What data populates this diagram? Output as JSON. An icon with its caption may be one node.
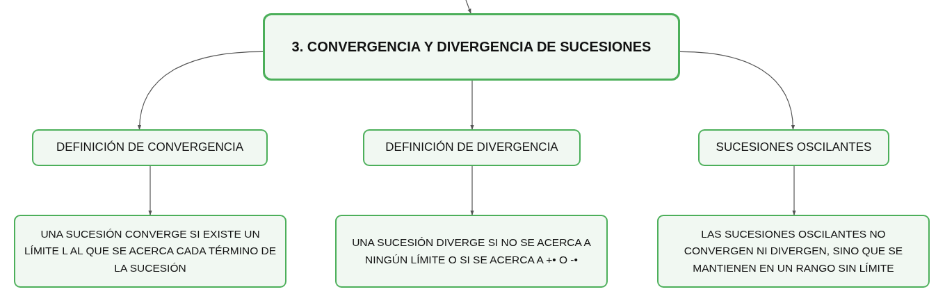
{
  "diagram": {
    "nodes": [
      {
        "text": [
          "3. CONVERGENCIA Y DIVERGENCIA DE SUCESIONES"
        ]
      },
      {
        "text": [
          "DEFINICIÓN DE CONVERGENCIA"
        ]
      },
      {
        "text": [
          "DEFINICIÓN DE DIVERGENCIA"
        ]
      },
      {
        "text": [
          "SUCESIONES OSCILANTES"
        ]
      },
      {
        "text": [
          "UNA SUCESIÓN CONVERGE SI EXISTE UN LÍMITE L AL QUE SE ACERCA CADA TÉRMINO DE LA SUCESIÓN"
        ]
      },
      {
        "text": [
          "UNA SUCESIÓN DIVERGE SI NO SE ACERCA A NINGÚN LÍMITE O SI SE ACERCA A +• O -•"
        ]
      },
      {
        "text": [
          "LAS SUCESIONES OSCILANTES NO CONVERGEN NI DIVERGEN, SINO QUE SE MANTIENEN EN UN RANGO SIN LÍMITE"
        ]
      }
    ],
    "edges": [
      {
        "from": null,
        "to": 0,
        "arrow": "to"
      },
      {
        "from": 0,
        "to": 1,
        "arrow": "to"
      },
      {
        "from": 0,
        "to": 2,
        "arrow": "to"
      },
      {
        "from": 0,
        "to": 3,
        "arrow": "to"
      },
      {
        "from": 1,
        "to": 4,
        "arrow": "to"
      },
      {
        "from": 2,
        "to": 5,
        "arrow": "to"
      },
      {
        "from": 3,
        "to": 6,
        "arrow": "to"
      }
    ]
  }
}
